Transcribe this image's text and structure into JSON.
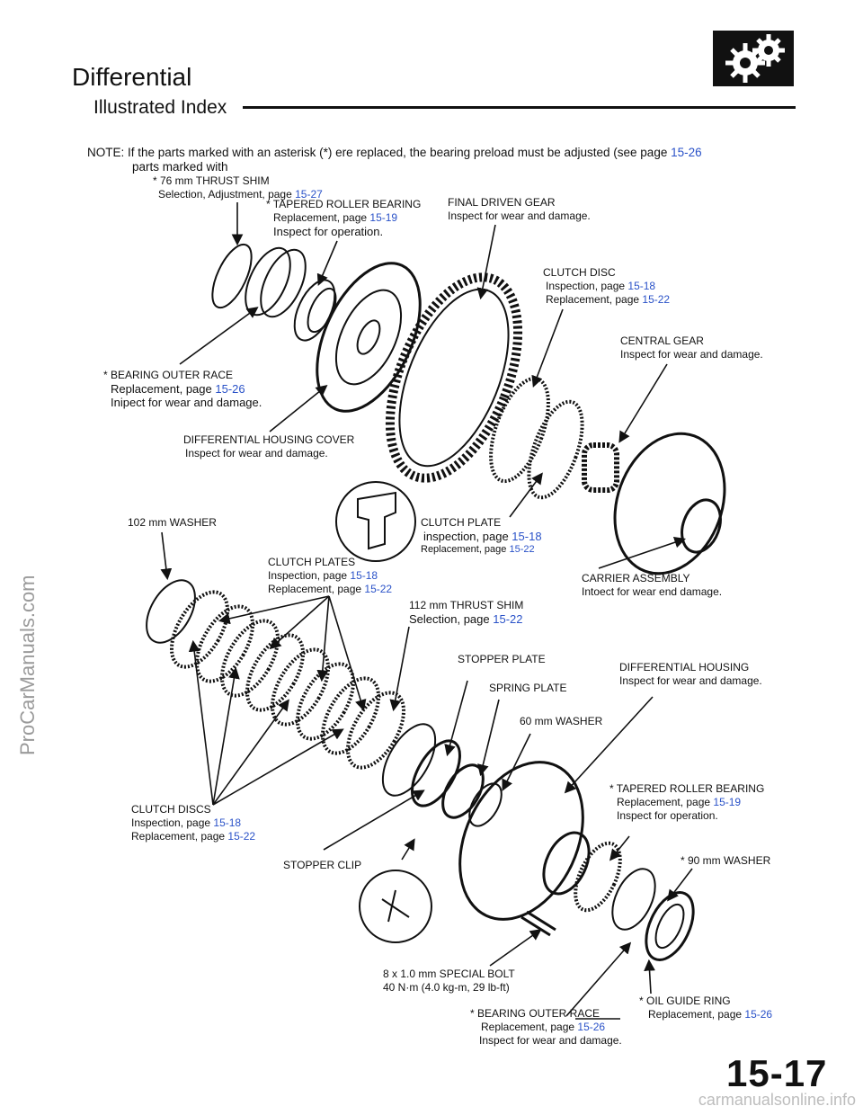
{
  "header": {
    "title": "Differential",
    "subtitle": "Illustrated Index"
  },
  "note": {
    "line1": "NOTE:  If the parts marked with an asterisk (*) ere replaced, the bearing preload must be adjusted (see page ",
    "line1_page": "15-26",
    "line2": "parts marked with"
  },
  "labels": {
    "thrust_shim_76": {
      "name": "* 76 mm THRUST SHIM",
      "desc": "Selection, Adjustment, page ",
      "page": "15-27"
    },
    "tapered_bearing_top": {
      "name": "* TAPERED ROLLER BEARING",
      "desc": "Replacement, page ",
      "page": "15-19",
      "extra": "Inspect for operation."
    },
    "final_driven_gear": {
      "name": "FINAL DRIVEN GEAR",
      "desc": "Inspect for wear and damage."
    },
    "clutch_disc_top": {
      "name": "CLUTCH DISC",
      "desc1": "Inspection, page ",
      "page1": "15-18",
      "desc2": "Replacement, page ",
      "page2": "15-22"
    },
    "central_gear": {
      "name": "CENTRAL GEAR",
      "desc": "Inspect for wear and damage."
    },
    "bearing_outer_race_top": {
      "name": "* BEARING OUTER RACE",
      "desc": "Replacement, page ",
      "page": "15-26",
      "extra": "Inipect for wear and damage."
    },
    "housing_cover": {
      "name": "DIFFERENTIAL HOUSING COVER",
      "desc": "Inspect for wear and damage."
    },
    "washer_102": {
      "name": "102 mm WASHER"
    },
    "clutch_plate": {
      "name": "CLUTCH PLATE",
      "desc1": "inspection, page ",
      "page1": "15-18",
      "desc2": "Replacement, page ",
      "page2": "15-22"
    },
    "clutch_plates": {
      "name": "CLUTCH PLATES",
      "desc1": "Inspection, page ",
      "page1": "15-18",
      "desc2": "Replacement, page ",
      "page2": "15-22"
    },
    "carrier_assembly": {
      "name": "CARRIER ASSEMBLY",
      "desc": "Intoect for wear end damage."
    },
    "thrust_shim_112": {
      "name": "112 mm THRUST SHIM",
      "desc": "Selection, page ",
      "page": "15-22"
    },
    "stopper_plate": {
      "name": "STOPPER PLATE"
    },
    "differential_housing": {
      "name": "DIFFERENTIAL HOUSING",
      "desc": "Inspect for wear and damage."
    },
    "spring_plate": {
      "name": "SPRING PLATE"
    },
    "washer_60": {
      "name": "60 mm WASHER"
    },
    "tapered_bearing_bottom": {
      "name": "* TAPERED ROLLER BEARING",
      "desc1": "Replacement, page ",
      "page1": "15-19",
      "desc2": "Inspect for operation."
    },
    "clutch_discs": {
      "name": "CLUTCH DISCS",
      "desc1": "Inspection, page ",
      "page1": "15-18",
      "desc2": "Replacement, page ",
      "page2": "15-22"
    },
    "washer_90": {
      "name": "* 90 mm WASHER"
    },
    "stopper_clip": {
      "name": "STOPPER CLIP"
    },
    "special_bolt": {
      "name": "8 x 1.0 mm SPECIAL BOLT",
      "torque": "40 N·m (4.0 kg-m, 29 lb-ft)"
    },
    "oil_guide_ring": {
      "name": "* OIL GUIDE RING",
      "desc": "Replacement, page ",
      "page": "15-26"
    },
    "bearing_outer_race_bottom": {
      "name": "* BEARING OUTER RACE",
      "desc": "Replacement, page ",
      "page": "15-26",
      "extra": "Inspect for wear and damage."
    }
  },
  "page_number": "15-17",
  "watermarks": {
    "left": "ProCarManuals.com",
    "bottom": "carmanualsonline.info"
  },
  "colors": {
    "link": "#2a52c8",
    "ink": "#111111"
  }
}
